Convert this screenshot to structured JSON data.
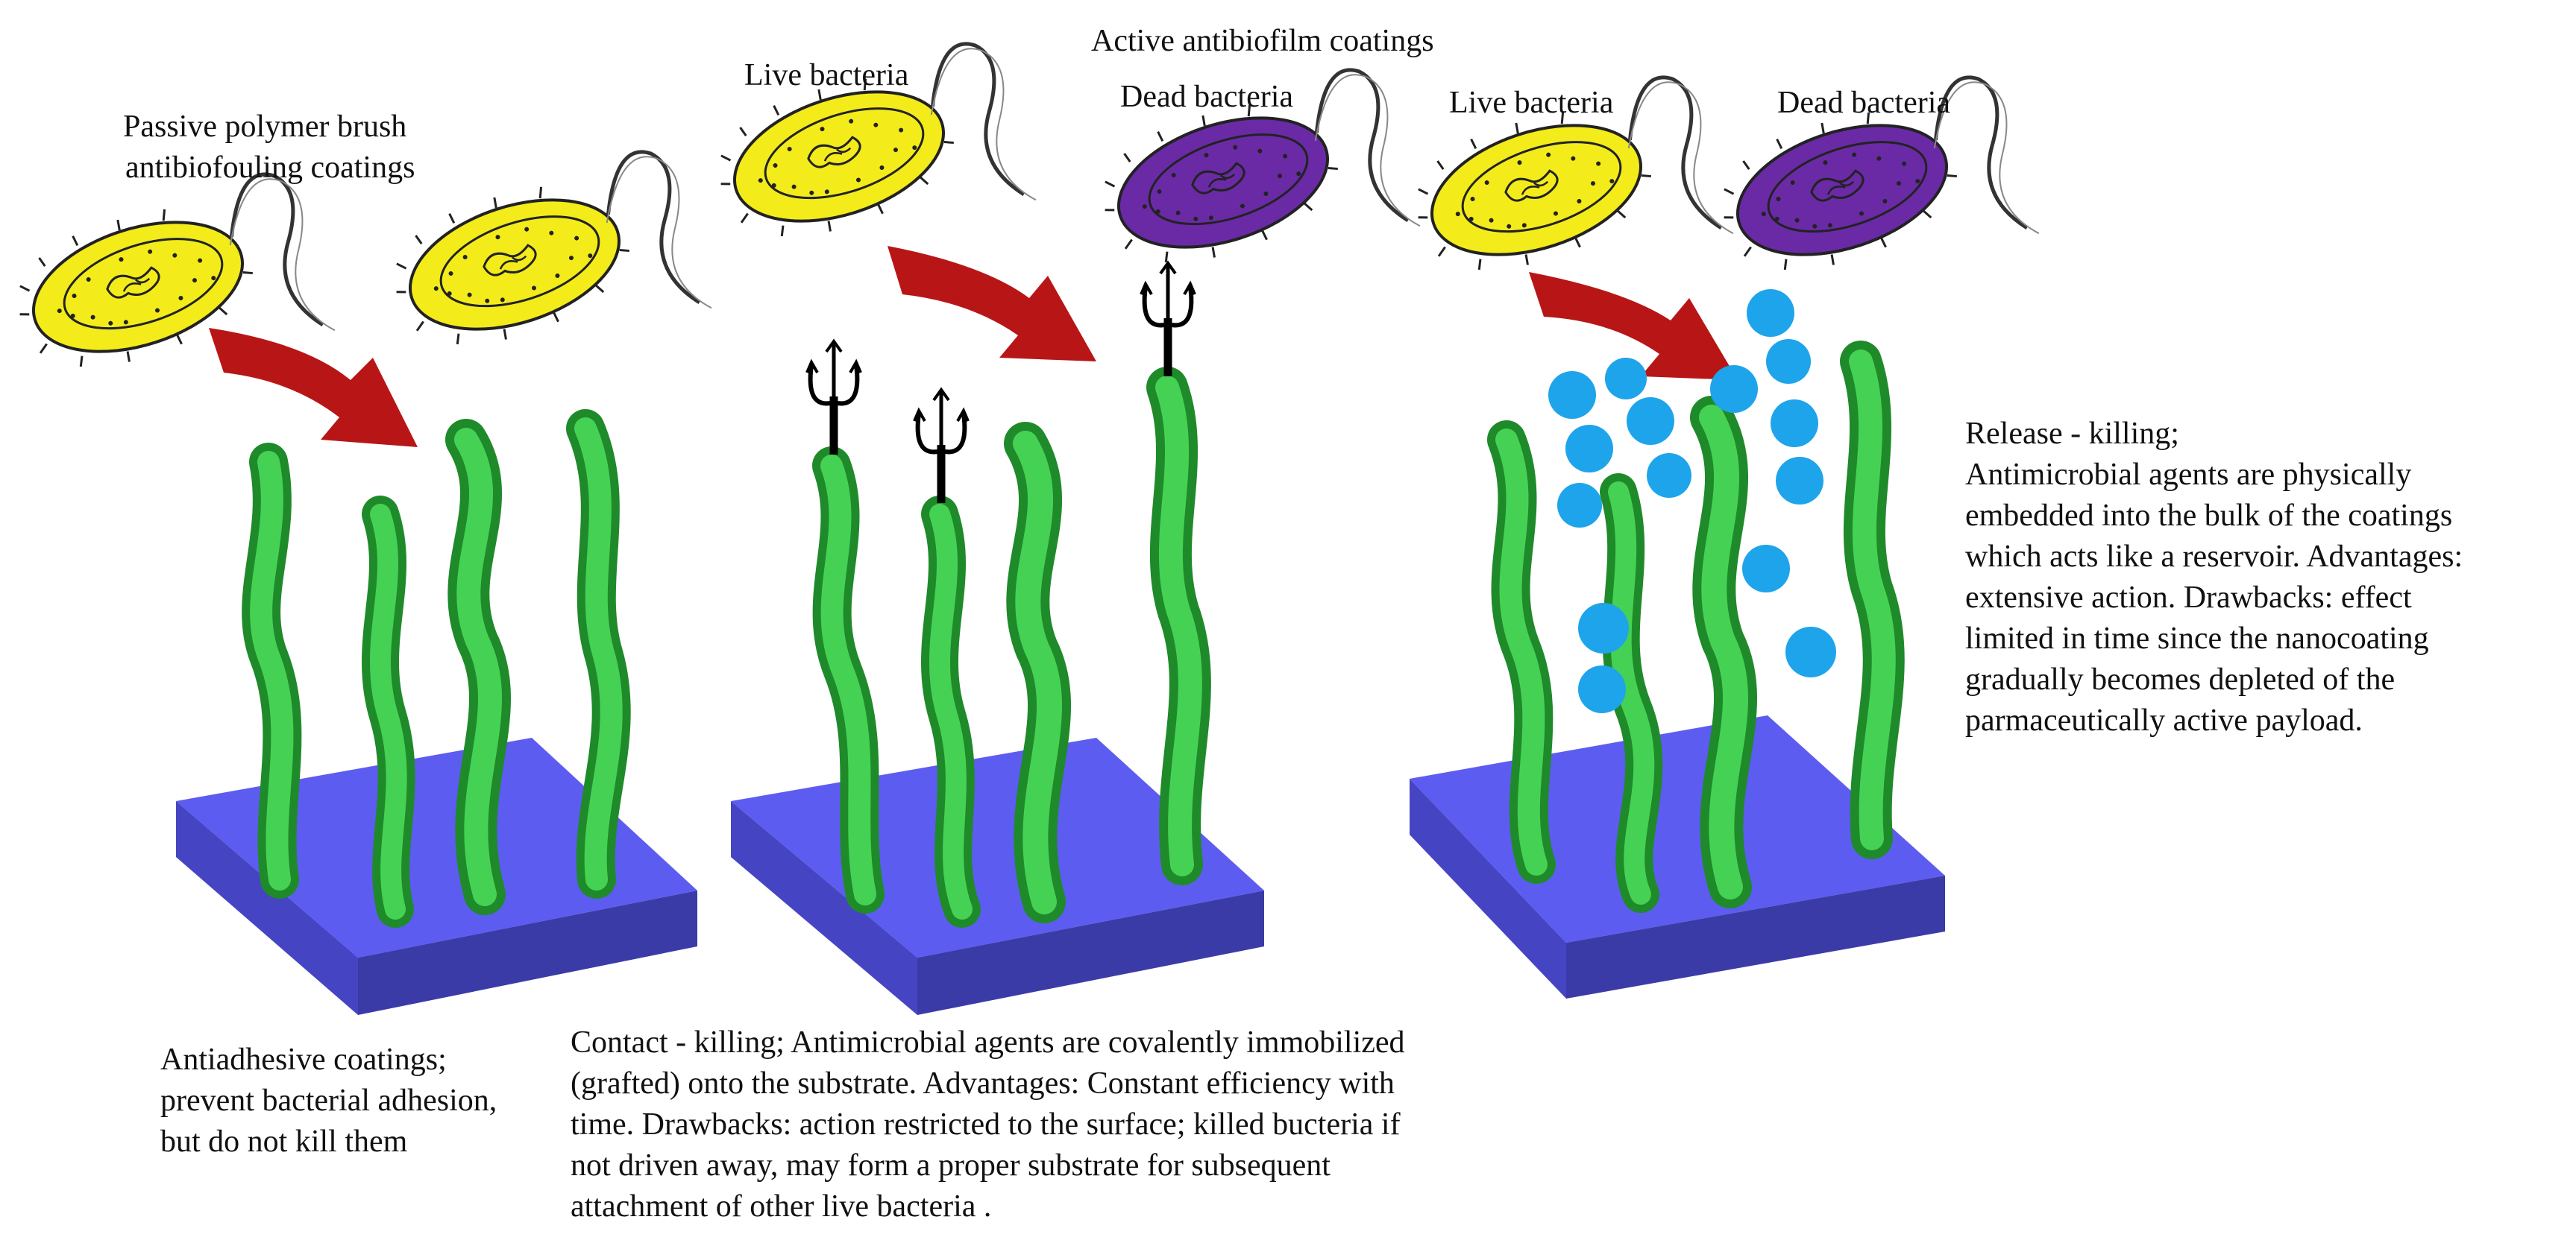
{
  "labels": {
    "passive_title_line1": "Passive polymer brush",
    "passive_title_line2": "antibiofouling coatings",
    "active_title": "Active antibiofilm coatings",
    "live_bacteria_contact": "Live bacteria",
    "dead_bacteria_contact": "Dead bacteria",
    "live_bacteria_release": "Live bacteria",
    "dead_bacteria_release": "Dead bacteria"
  },
  "captions": {
    "antiadhesive": [
      "Antiadhesive coatings;",
      "prevent bacterial adhesion,",
      "but do not kill them"
    ],
    "contact_killing": [
      "Contact - killing; Antimicrobial agents are covalently immobilized",
      "(grafted) onto the substrate. Advantages: Constant efficiency with",
      "time. Drawbacks: action restricted to the surface; killed bucteria if",
      "not driven away, may form a proper substrate for subsequent",
      "attachment of other live bacteria ."
    ],
    "release_killing": [
      "Release - killing;",
      "Antimicrobial agents are physically",
      "embedded into the bulk of the coatings",
      "which acts like a reservoir. Advantages:",
      "extensive action. Drawbacks: effect",
      "limited in time since the nanocoating",
      "gradually becomes depleted of the",
      "parmaceutically active payload."
    ]
  },
  "colors": {
    "live_bacteria": "#f3ec1a",
    "dead_bacteria": "#6a2aa6",
    "polymer_chain": "#3ccf4a",
    "substrate_top": "#5d5cf0",
    "substrate_side": "#3b3ba8",
    "arrow": "#b81616",
    "antimicrobial_particle": "#1ea4ea",
    "anchor_trident": "#000000"
  }
}
